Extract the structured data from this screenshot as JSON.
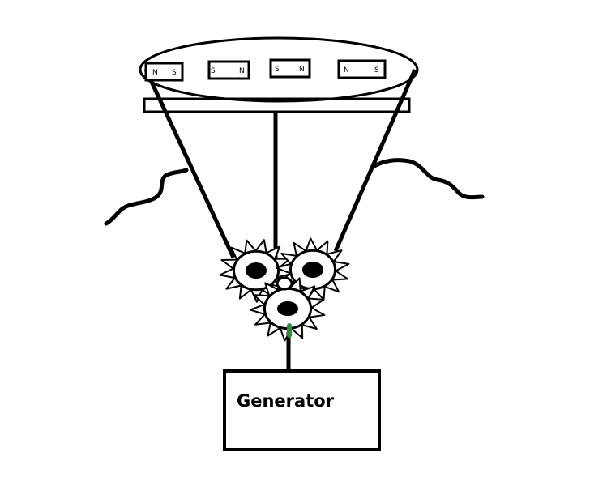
{
  "diagram": {
    "magnets": [
      {
        "left_pole": "N",
        "right_pole": "S"
      },
      {
        "left_pole": "S",
        "right_pole": "N"
      },
      {
        "left_pole": "S",
        "right_pole": "N"
      },
      {
        "left_pole": "N",
        "right_pole": "S"
      }
    ],
    "generator_label": "Generator",
    "colors": {
      "stroke": "#000000",
      "background": "#ffffff",
      "shaft_highlight": "#2e8b3c"
    }
  }
}
